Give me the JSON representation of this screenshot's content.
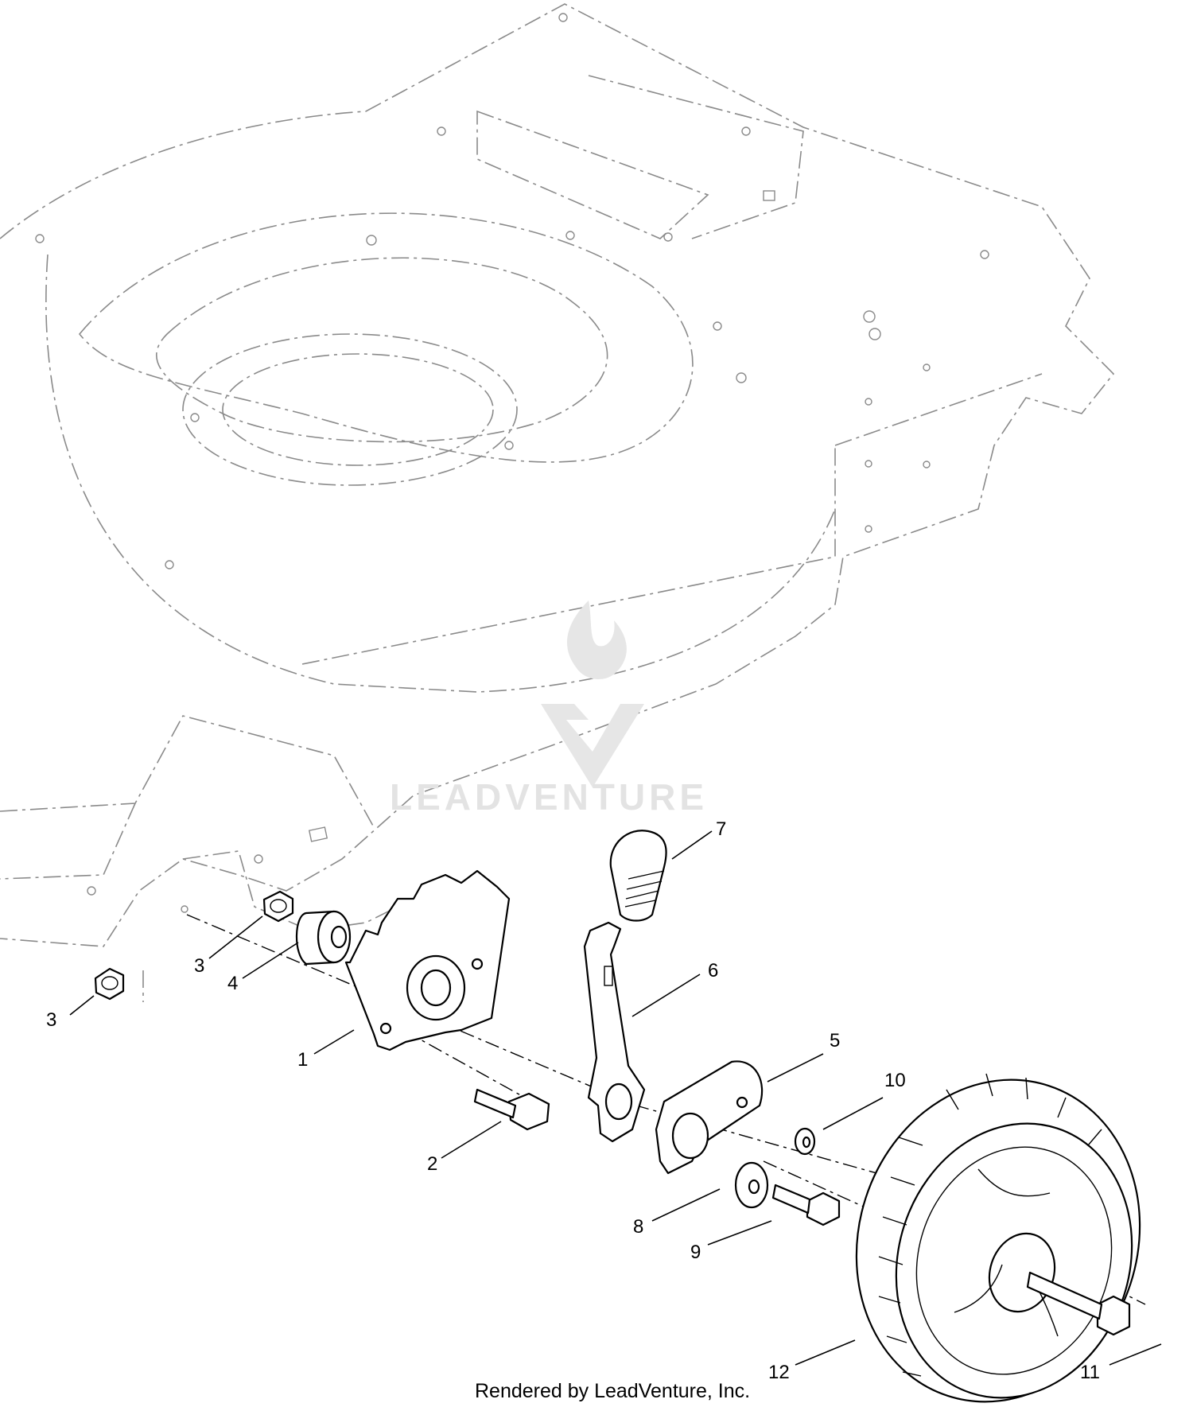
{
  "diagram": {
    "callouts": [
      {
        "id": "c1",
        "label": "1"
      },
      {
        "id": "c2",
        "label": "2"
      },
      {
        "id": "c3a",
        "label": "3"
      },
      {
        "id": "c3b",
        "label": "3"
      },
      {
        "id": "c4",
        "label": "4"
      },
      {
        "id": "c5",
        "label": "5"
      },
      {
        "id": "c6",
        "label": "6"
      },
      {
        "id": "c7",
        "label": "7"
      },
      {
        "id": "c8",
        "label": "8"
      },
      {
        "id": "c9",
        "label": "9"
      },
      {
        "id": "c10",
        "label": "10"
      },
      {
        "id": "c11",
        "label": "11"
      },
      {
        "id": "c12",
        "label": "12"
      }
    ],
    "watermark": "LEADVENTURE",
    "footer": "Rendered by LeadVenture, Inc."
  }
}
